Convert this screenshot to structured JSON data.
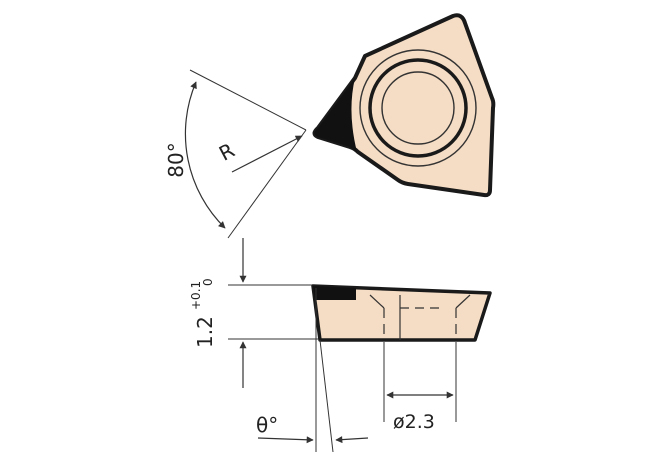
{
  "labels": {
    "angle": "80°",
    "radius": "R",
    "thickness_main": "1.2",
    "tol_upper": "+0.1",
    "tol_lower": "0",
    "clearance_angle": "θ°",
    "hole_diameter": "ø2.3"
  },
  "colors": {
    "insert_fill": "#f5dcc4",
    "outline": "#1a1a1a",
    "tip": "#111111",
    "dim_line": "#333333"
  }
}
